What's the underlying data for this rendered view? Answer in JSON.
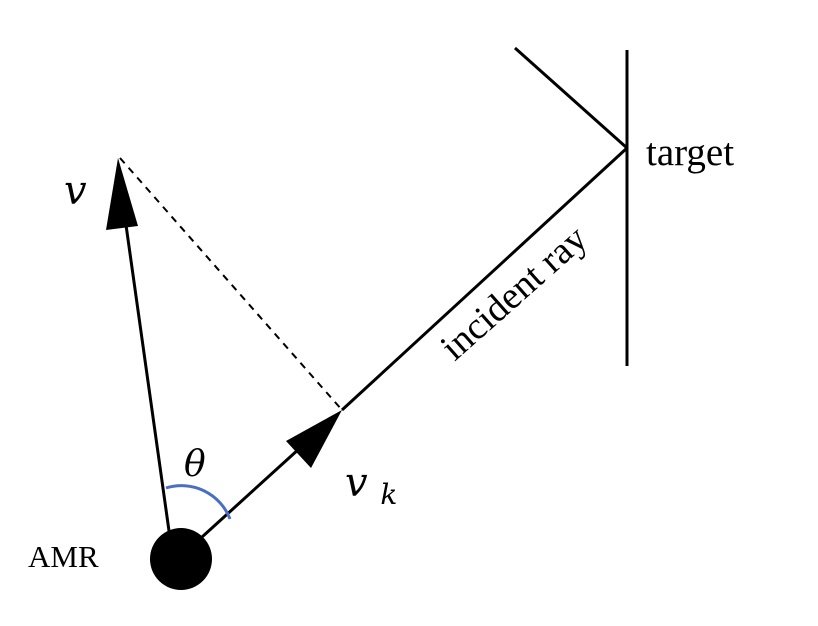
{
  "labels": {
    "amr": "AMR",
    "target": "target",
    "incident_ray": "incident ray",
    "vector_v": "v",
    "vector_vk_base": "v",
    "vector_vk_sub": "k",
    "angle": "θ"
  },
  "colors": {
    "line": "#000000",
    "angle_arc": "#4a6fc1",
    "background": "#ffffff"
  }
}
